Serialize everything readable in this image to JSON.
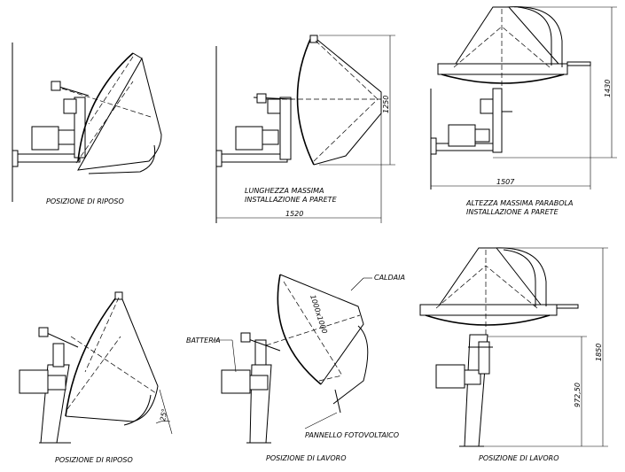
{
  "captions": {
    "rest_1": "POSIZIONE DI RIPOSO",
    "length_note_1": "LUNGHEZZA MASSIMA",
    "length_note_2": "INSTALLAZIONE A PARETE",
    "height_note_1": "ALTEZZA MASSIMA PARABOLA",
    "height_note_2": "INSTALLAZIONE A PARETE",
    "rest_2": "POSIZIONE DI RIPOSO",
    "work_1": "POSIZIONE DI LAVORO",
    "work_2": "POSIZIONE DI LAVORO"
  },
  "labels": {
    "boiler": "CALDAIA",
    "battery": "BATTERIA",
    "panel": "PANNELLO FOTOVOLTAICO"
  },
  "dimensions": {
    "d1250": "1250",
    "d1520": "1520",
    "d1430": "1430",
    "d1507": "1507",
    "d1000": "1000x1000",
    "angle": "25°",
    "d972": "972,50",
    "d1850": "1850"
  }
}
